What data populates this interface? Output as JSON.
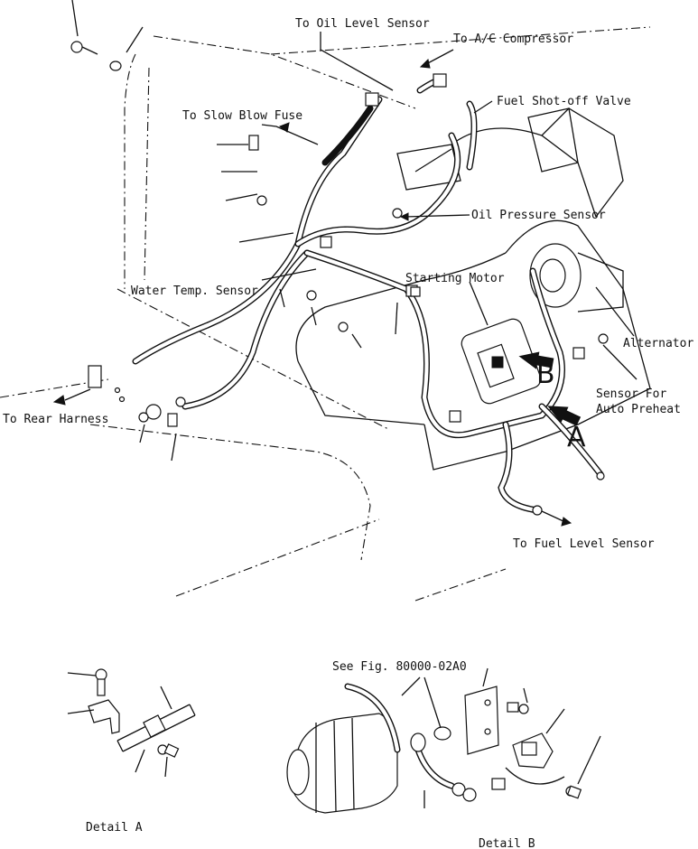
{
  "labels": {
    "oil_level": "To Oil Level Sensor",
    "ac_compressor": "To A/C Compressor",
    "fuel_shutoff": "Fuel Shot-off Valve",
    "slow_blow": "To Slow Blow Fuse",
    "oil_pressure": "Oil Pressure Sensor",
    "water_temp": "Water Temp. Sensor",
    "starting_motor": "Starting Motor",
    "alternator": "Alternator",
    "preheat_line1": "Sensor For",
    "preheat_line2": "Auto Preheat",
    "rear_harness": "To Rear Harness",
    "fuel_level": "To Fuel Level Sensor",
    "see_fig": "See Fig. 80000-02A0",
    "detail_a": "Detail A",
    "detail_b": "Detail B",
    "callout_a": "A",
    "callout_b": "B"
  }
}
